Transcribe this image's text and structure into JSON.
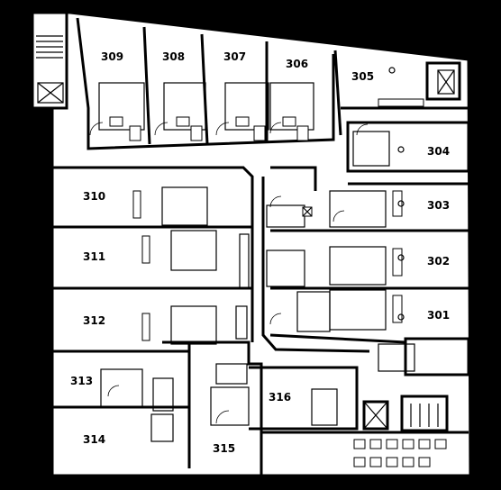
{
  "rooms": [
    {
      "id": "309",
      "label": "309"
    },
    {
      "id": "308",
      "label": "308"
    },
    {
      "id": "307",
      "label": "307"
    },
    {
      "id": "306",
      "label": "306"
    },
    {
      "id": "305",
      "label": "305"
    },
    {
      "id": "304",
      "label": "304"
    },
    {
      "id": "303",
      "label": "303"
    },
    {
      "id": "302",
      "label": "302"
    },
    {
      "id": "301",
      "label": "301"
    },
    {
      "id": "310",
      "label": "310"
    },
    {
      "id": "311",
      "label": "311"
    },
    {
      "id": "312",
      "label": "312"
    },
    {
      "id": "313",
      "label": "313"
    },
    {
      "id": "314",
      "label": "314"
    },
    {
      "id": "315",
      "label": "315"
    },
    {
      "id": "316",
      "label": "316"
    }
  ],
  "colors": {
    "background": "#000000",
    "floor": "#ffffff",
    "walls": "#000000"
  }
}
